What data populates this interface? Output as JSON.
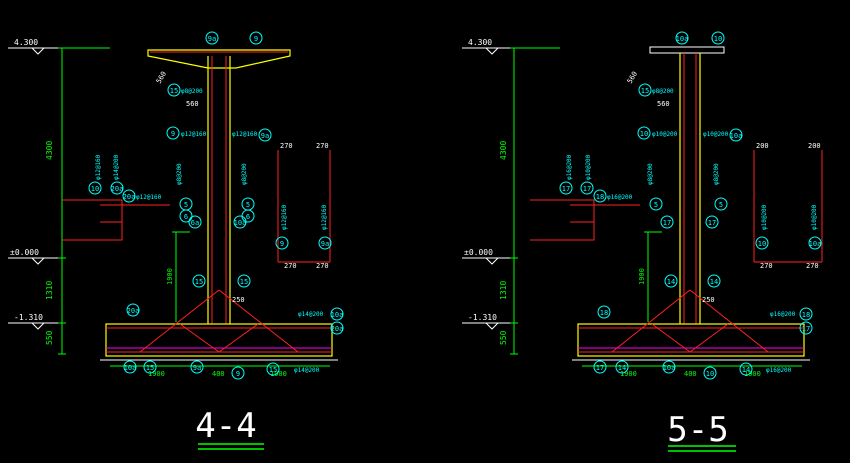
{
  "colors": {
    "background": "#000000",
    "wall": "#ffff00",
    "outline": "#ffffff",
    "rebar": "#ff2a2a",
    "dimension": "#00ff00",
    "annotation": "#00ffff",
    "hatch": "#ff00ff"
  },
  "left": {
    "title": "4-4",
    "elev_top": "4.300",
    "elev_mid": "±0.000",
    "elev_low": "-1.310",
    "dim_height": "4300",
    "dim_1310": "1310",
    "dim_550": "550",
    "dim_1900": "1900",
    "dim_560_a": "560",
    "dim_560_b": "560",
    "dim_250": "250",
    "dim_bot_left": "1900",
    "dim_bot_mid": "400",
    "dim_bot_right": "1900",
    "tag_9a": "9a",
    "tag_9": "9",
    "tag_15_top": "15",
    "tag_9_mid": "9",
    "tag_9a_mid": "9a",
    "tag_6": "6",
    "tag_5_l": "5",
    "tag_5_r": "5",
    "tag_6a": "6a",
    "tag_6b": "6",
    "tag_10a": "10a",
    "tag_10b": "10",
    "tag_20a": "20a",
    "tag_15_l": "15",
    "tag_15_r": "15",
    "tag_20a_l": "20a",
    "tag_10a_r": "10a",
    "tag_20a_r": "20a",
    "tag_10a_b": "10a",
    "tag_15_b": "15",
    "tag_9a_b": "9a",
    "tag_9_b": "9",
    "tag_15_br": "15",
    "note_a": "φ8@200",
    "note_b": "φ12@160",
    "note_c": "φ12@160",
    "note_d": "φ12@160",
    "note_e": "φ12@160",
    "note_f": "φ8@200",
    "note_g": "φ8@200",
    "note_h": "φ14@200",
    "note_i": "φ14@200",
    "note_j": "φ14@200",
    "note_k": "φ12@160",
    "note_l": "φ12@160",
    "tbl_270a": "270",
    "tbl_270b": "270",
    "tbl_270c": "270",
    "tbl_270d": "270",
    "tag_9_tbl": "9",
    "tag_9a_tbl": "9a"
  },
  "right": {
    "title": "5-5",
    "elev_top": "4.300",
    "elev_mid": "±0.000",
    "elev_low": "-1.310",
    "dim_height": "4300",
    "dim_1310": "1310",
    "dim_550": "550",
    "dim_1900": "1900",
    "dim_560_a": "560",
    "dim_560_b": "560",
    "dim_250": "250",
    "dim_bot_left": "1900",
    "dim_bot_mid": "400",
    "dim_bot_right": "1900",
    "tag_10a": "10a",
    "tag_10": "10",
    "tag_15_top": "15",
    "tag_10_mid": "10",
    "tag_10a_mid": "10a",
    "tag_5_l": "5",
    "tag_5_r": "5",
    "tag_17_l": "17",
    "tag_17_r": "17",
    "tag_17a": "17",
    "tag_17b": "17",
    "tag_18": "18",
    "tag_14_l": "14",
    "tag_14_r": "14",
    "tag_18_l": "18",
    "tag_18_r": "18",
    "tag_17_r2": "17",
    "tag_17_b": "17",
    "tag_14_b": "14",
    "tag_10a_b": "10a",
    "tag_10_b": "10",
    "tag_14_br": "14",
    "note_a": "φ8@200",
    "note_b": "φ10@200",
    "note_c": "φ10@200",
    "note_d": "φ16@200",
    "note_e": "φ16@200",
    "note_f": "φ8@200",
    "note_g": "φ8@200",
    "note_h": "φ16@200",
    "note_i": "φ16@200",
    "note_j": "φ10@200",
    "note_k": "φ10@200",
    "note_l": "φ10@200",
    "tbl_200a": "200",
    "tbl_200b": "200",
    "tbl_270a": "270",
    "tbl_270b": "270",
    "tag_10_tbl": "10",
    "tag_10a_tbl": "10a"
  }
}
